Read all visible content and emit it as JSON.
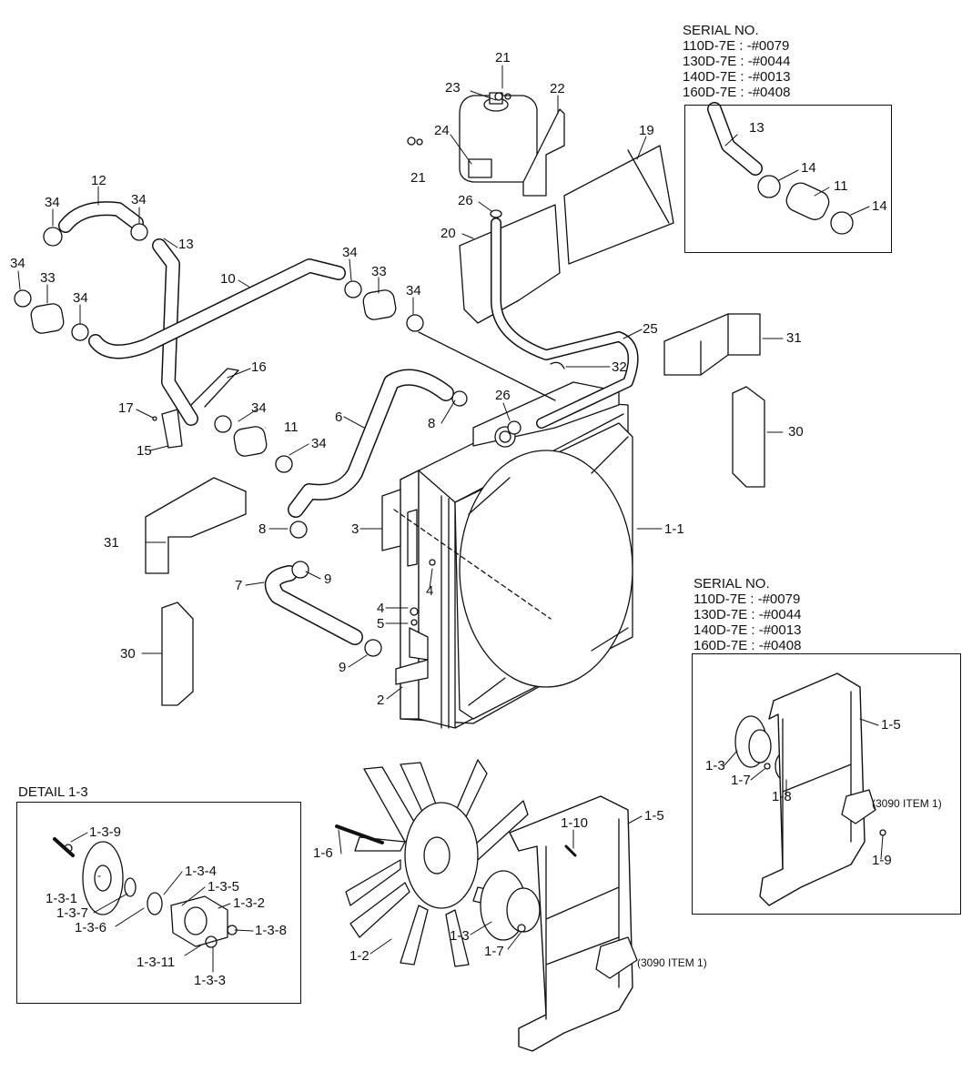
{
  "serial_top": {
    "title": "SERIAL NO.",
    "lines": [
      "110D-7E : -#0079",
      "130D-7E : -#0044",
      "140D-7E : -#0013",
      "160D-7E : -#0408"
    ]
  },
  "serial_mid": {
    "title": "SERIAL NO.",
    "lines": [
      "110D-7E : -#0079",
      "130D-7E : -#0044",
      "140D-7E : -#0013",
      "160D-7E : -#0408"
    ]
  },
  "detail_title": "DETAIL 1-3",
  "note_3090": "(3090 ITEM 1)",
  "callouts": {
    "p21a": "21",
    "p21b": "21",
    "p23": "23",
    "p22": "22",
    "p24": "24",
    "p19": "19",
    "p26a": "26",
    "p20": "20",
    "p12": "12",
    "p34a": "34",
    "p34b": "34",
    "p13": "13",
    "p34c": "34",
    "p34d": "34",
    "p33a": "33",
    "p34e": "34",
    "p10": "10",
    "p33b": "33",
    "p34f": "34",
    "p25": "25",
    "p31a": "31",
    "p16": "16",
    "p32": "32",
    "p17": "17",
    "p34g": "34",
    "p26b": "26",
    "p6": "6",
    "p8a": "8",
    "p11": "11",
    "p15": "15",
    "p34h": "34",
    "p30a": "30",
    "p31b": "31",
    "p3": "3",
    "p8b": "8",
    "p1_1": "1-1",
    "p7": "7",
    "p9a": "9",
    "p4a": "4",
    "p4b": "4",
    "p5": "5",
    "p30b": "30",
    "p9b": "9",
    "p2": "2",
    "p13r": "13",
    "p14a": "14",
    "p11r": "11",
    "p14b": "14",
    "p1_5m": "1-5",
    "p1_3m": "1-3",
    "p1_7m": "1-7",
    "p1_8m": "1-8",
    "p1_9m": "1-9",
    "p1_6": "1-6",
    "p1_10": "1-10",
    "p1_5b": "1-5",
    "p1_3b": "1-3",
    "p1_7b": "1-7",
    "p1_2": "1-2",
    "d1_3_9": "1-3-9",
    "d1_3_4": "1-3-4",
    "d1_3_5": "1-3-5",
    "d1_3_1": "1-3-1",
    "d1_3_7": "1-3-7",
    "d1_3_2": "1-3-2",
    "d1_3_6": "1-3-6",
    "d1_3_8": "1-3-8",
    "d1_3_11": "1-3-11",
    "d1_3_3": "1-3-3"
  },
  "colors": {
    "line": "#111111",
    "background": "#ffffff"
  }
}
